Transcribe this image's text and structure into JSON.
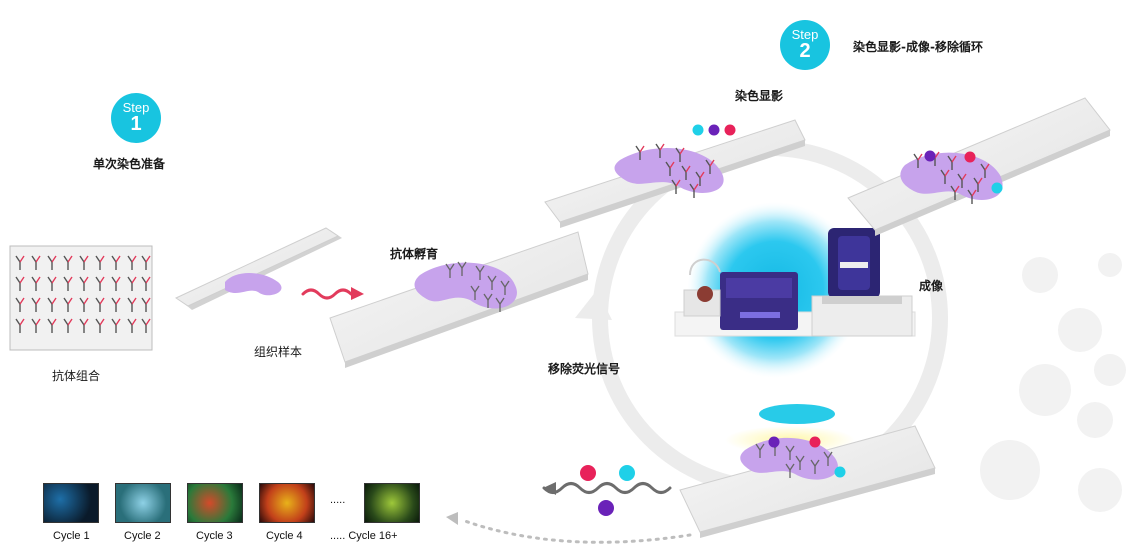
{
  "step1": {
    "word": "Step",
    "number": "1",
    "title": "单次染色准备"
  },
  "step2": {
    "word": "Step",
    "number": "2",
    "title": "染色显影-成像-移除循环"
  },
  "labels": {
    "antibody_panel": "抗体组合",
    "tissue_sample": "组织样本",
    "antibody_incubation": "抗体孵育",
    "staining": "染色显影",
    "imaging": "成像",
    "remove_signal": "移除荧光信号"
  },
  "cycles": {
    "ellipsis": ".....",
    "items": [
      {
        "label": "Cycle 1"
      },
      {
        "label": "Cycle 2"
      },
      {
        "label": "Cycle 3"
      },
      {
        "label": "Cycle 4"
      },
      {
        "label": "..... Cycle 16+"
      }
    ]
  },
  "colors": {
    "accent_cyan": "#18c4e0",
    "dot_cyan": "#1fd0e8",
    "dot_purple": "#6a22b8",
    "dot_red": "#e8225a",
    "tissue_purple": "#c7a3ec",
    "arrow_red": "#e23b5c"
  }
}
